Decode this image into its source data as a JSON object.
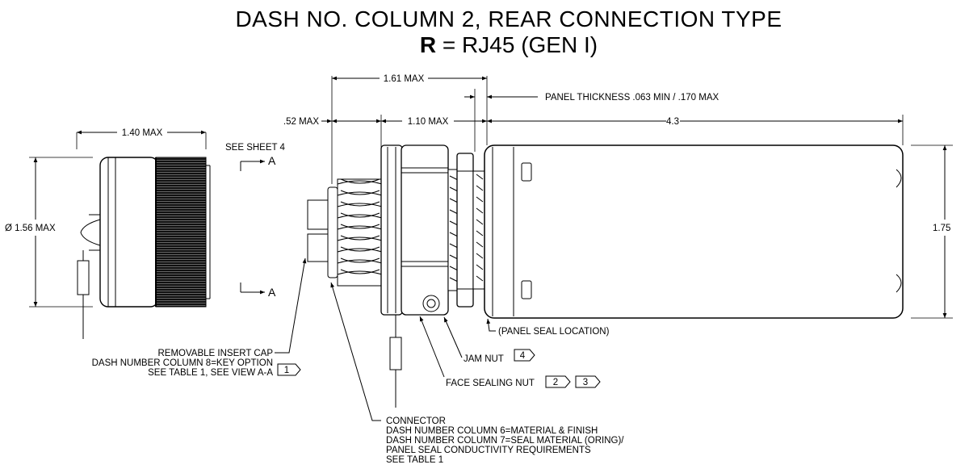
{
  "title": {
    "line1": "DASH NO. COLUMN 2, REAR CONNECTION TYPE",
    "line2_bold": "R",
    "line2_rest": " = RJ45 (GEN I)"
  },
  "dimensions": {
    "overall_depth": "1.61 MAX",
    "panel_thickness": "PANEL THICKNESS .063 MIN / .170 MAX",
    "front_protrusion": ".52 MAX",
    "thread_length": "1.10 MAX",
    "rear_length": "4.3",
    "cap_length": "1.40 MAX",
    "cap_diameter": "Ø 1.56 MAX",
    "rear_height": "1.75"
  },
  "view_refs": {
    "see_sheet": "SEE SHEET 4",
    "section_top": "A",
    "section_bottom": "A"
  },
  "callouts": {
    "insert_cap": [
      "REMOVABLE INSERT CAP",
      "DASH NUMBER COLUMN 8=KEY OPTION",
      "SEE TABLE 1, SEE VIEW A-A"
    ],
    "insert_cap_flag": "1",
    "panel_seal": "(PANEL SEAL LOCATION)",
    "jam_nut": "JAM NUT",
    "jam_nut_flag": "4",
    "face_nut": "FACE SEALING NUT",
    "face_nut_flags": [
      "2",
      "3"
    ],
    "connector": [
      "CONNECTOR",
      "DASH NUMBER COLUMN 6=MATERIAL & FINISH",
      "DASH NUMBER COLUMN 7=SEAL MATERIAL (ORING)/",
      "PANEL SEAL CONDUCTIVITY REQUIREMENTS",
      "SEE TABLE 1"
    ]
  }
}
